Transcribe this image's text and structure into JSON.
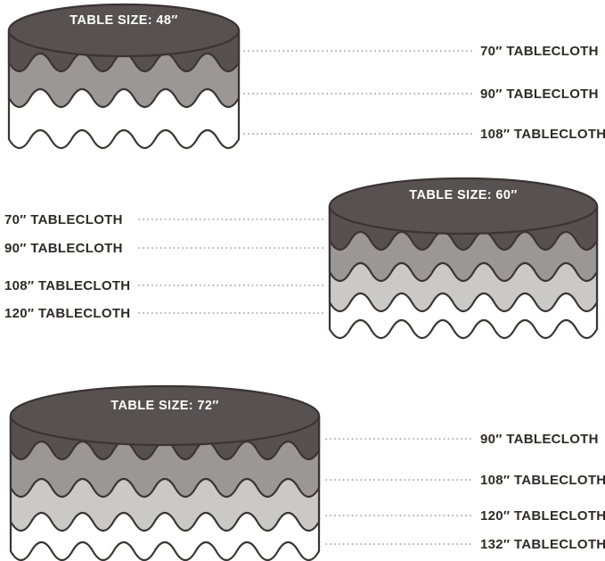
{
  "colors": {
    "outline": "#3a3433",
    "layer_dark": "#565050",
    "layer_medium": "#9b9796",
    "layer_light": "#cbc9c8",
    "layer_white": "#ffffff",
    "table_top": "#575151",
    "leader": "#97918e",
    "text": "#2f2a28"
  },
  "tables": [
    {
      "id": "table-48",
      "title": "TABLE SIZE: 48″",
      "label_side": "right",
      "labels": [
        "70″ TABLECLOTH",
        "90″ TABLECLOTH",
        "108″ TABLECLOTH"
      ]
    },
    {
      "id": "table-60",
      "title": "TABLE SIZE: 60″",
      "label_side": "left",
      "labels": [
        "70″ TABLECLOTH",
        "90″ TABLECLOTH",
        "108″ TABLECLOTH",
        "120″ TABLECLOTH"
      ]
    },
    {
      "id": "table-72",
      "title": "TABLE SIZE: 72″",
      "label_side": "right",
      "labels": [
        "90″ TABLECLOTH",
        "108″ TABLECLOTH",
        "120″ TABLECLOTH",
        "132″ TABLECLOTH"
      ]
    }
  ]
}
